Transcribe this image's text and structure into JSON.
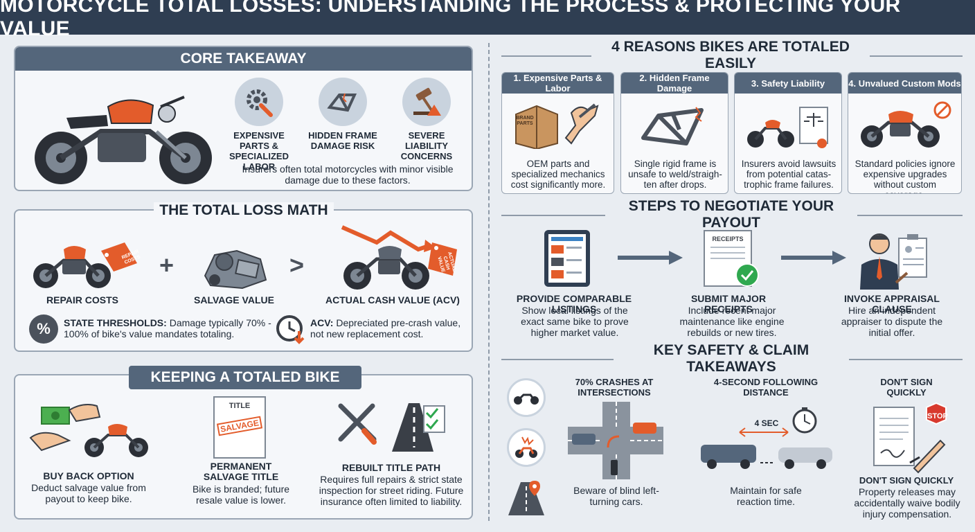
{
  "title": "MOTORCYCLE TOTAL LOSSES: UNDERSTANDING THE PROCESS & PROTECTING YOUR VALUE",
  "core": {
    "header": "CORE TAKEAWAY",
    "items": [
      {
        "label": "EXPENSIVE PARTS & SPECIALIZED LABOR",
        "icon": "gear-wrench-icon"
      },
      {
        "label": "HIDDEN FRAME DAMAGE RISK",
        "icon": "frame-icon"
      },
      {
        "label": "SEVERE LIABILITY CONCERNS",
        "icon": "gavel-icon"
      }
    ],
    "text": "Insurers often total motorcycles with minor visible damage due to these factors."
  },
  "math": {
    "header": "THE TOTAL LOSS MATH",
    "plus": "+",
    "gt": ">",
    "repair_label": "REPAIR COSTS",
    "repair_tag": "REPAIR COSTS",
    "salvage_label": "SALVAGE VALUE",
    "acv_label": "ACTUAL CASH VALUE (ACV)",
    "acv_tag": "ACTUAL CASH VALUE",
    "percent_symbol": "%",
    "threshold_bold": "STATE THRESHOLDS:",
    "threshold_text": "Damage typically 70% - 100% of bike's value mandates totaling.",
    "acv_bold": "ACV:",
    "acv_text": "Depreciated pre-crash value, not new replacement cost."
  },
  "keeping": {
    "header": "KEEPING A TOTALED BIKE",
    "buyback_title": "BUY BACK OPTION",
    "buyback_text": "Deduct salvage value from payout to keep bike.",
    "salvage_title": "PERMANENT SALVAGE TITLE",
    "salvage_text": "Bike is branded; future resale value is lower.",
    "doc_title": "TITLE",
    "doc_stamp": "SALVAGE",
    "rebuilt_title": "REBUILT TITLE PATH",
    "rebuilt_text": "Requires full repairs & strict state inspection for street riding. Future insurance often limited to liability."
  },
  "reasons": {
    "header": "4 REASONS BIKES ARE TOTALED EASILY",
    "box_label": "BRAND PARTS",
    "cards": [
      {
        "title": "1. Expensive Parts & Labor",
        "text": "OEM parts and specialized mechanics cost significantly more."
      },
      {
        "title": "2. Hidden Frame Damage",
        "text": "Single rigid frame is unsafe to weld/straigh-ten after drops."
      },
      {
        "title": "3. Safety Liability",
        "text": "Insurers avoid lawsuits from potential catas-trophic frame failures."
      },
      {
        "title": "4. Unvalued Custom Mods",
        "text": "Standard policies ignore expensive upgrades without custom coverage."
      }
    ]
  },
  "negotiate": {
    "header": "STEPS TO NEGOTIATE YOUR PAYOUT",
    "receipts_label": "RECEIPTS",
    "steps": [
      {
        "title": "PROVIDE COMPARABLE LISTINGS",
        "text": "Show local listings of the exact same bike to prove higher market value."
      },
      {
        "title": "SUBMIT MAJOR RECEIPTS",
        "text": "Include recent major maintenance like engine rebuilds or new tires."
      },
      {
        "title": "INVOKE APPRAISAL CLAUSE",
        "text": "Hire an independent appraiser to dispute the initial offer."
      }
    ]
  },
  "safety": {
    "header": "KEY SAFETY & CLAIM TAKEAWAYS",
    "intersections_title": "70% CRASHES AT INTERSECTIONS",
    "intersections_text": "Beware of blind left-turning cars.",
    "following_title": "4-SECOND FOLLOWING DISTANCE",
    "following_badge": "4 SEC",
    "following_text": "Maintain for safe reaction time.",
    "sign_title": "DON'T SIGN QUICKLY",
    "stop_label": "STOP",
    "sign_title2": "DON'T SIGN QUICKLY",
    "sign_text": "Property releases may accidentally waive bodily injury compensation."
  },
  "colors": {
    "accent": "#e35c2b",
    "header": "#54667b",
    "title_bg": "#2f3e52",
    "check": "#2fa84f"
  }
}
